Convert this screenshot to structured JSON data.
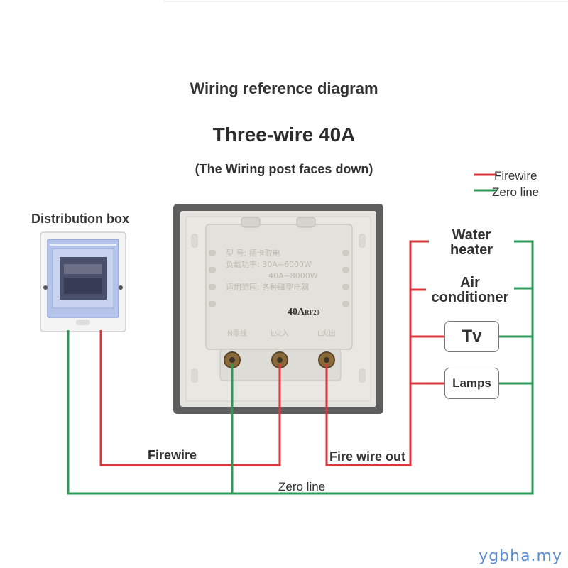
{
  "title": "Wiring reference diagram",
  "subtitle": "Three-wire 40A",
  "note": "(The Wiring post faces down)",
  "legend": [
    {
      "label": "Firewire",
      "color": "#d9363e"
    },
    {
      "label": "Zero line",
      "color": "#2e9a5a"
    }
  ],
  "distribution_box": {
    "label": "Distribution box"
  },
  "switch_panel": {
    "spec_lines": [
      "型   号: 插卡取电",
      "负载功率: 30A~6000W",
      "40A~8000W",
      "适用范围: 各种磁型电器"
    ],
    "rating": "40A",
    "rating_suffix": "RF20",
    "terminals": [
      "N零线",
      "L火入",
      "L火出"
    ]
  },
  "appliances": {
    "water_heater": "Water heater",
    "air_conditioner": "Air conditioner",
    "tv": "Tv",
    "lamps": "Lamps"
  },
  "wire_labels": {
    "firewire": "Firewire",
    "fire_wire_out": "Fire wire out",
    "zero_line": "Zero line"
  },
  "watermark": "ygbha.my",
  "colors": {
    "fire": "#d9363e",
    "zero": "#2e9a5a",
    "panel_frame": "#5e5e5e",
    "panel": "#e6e4df"
  }
}
